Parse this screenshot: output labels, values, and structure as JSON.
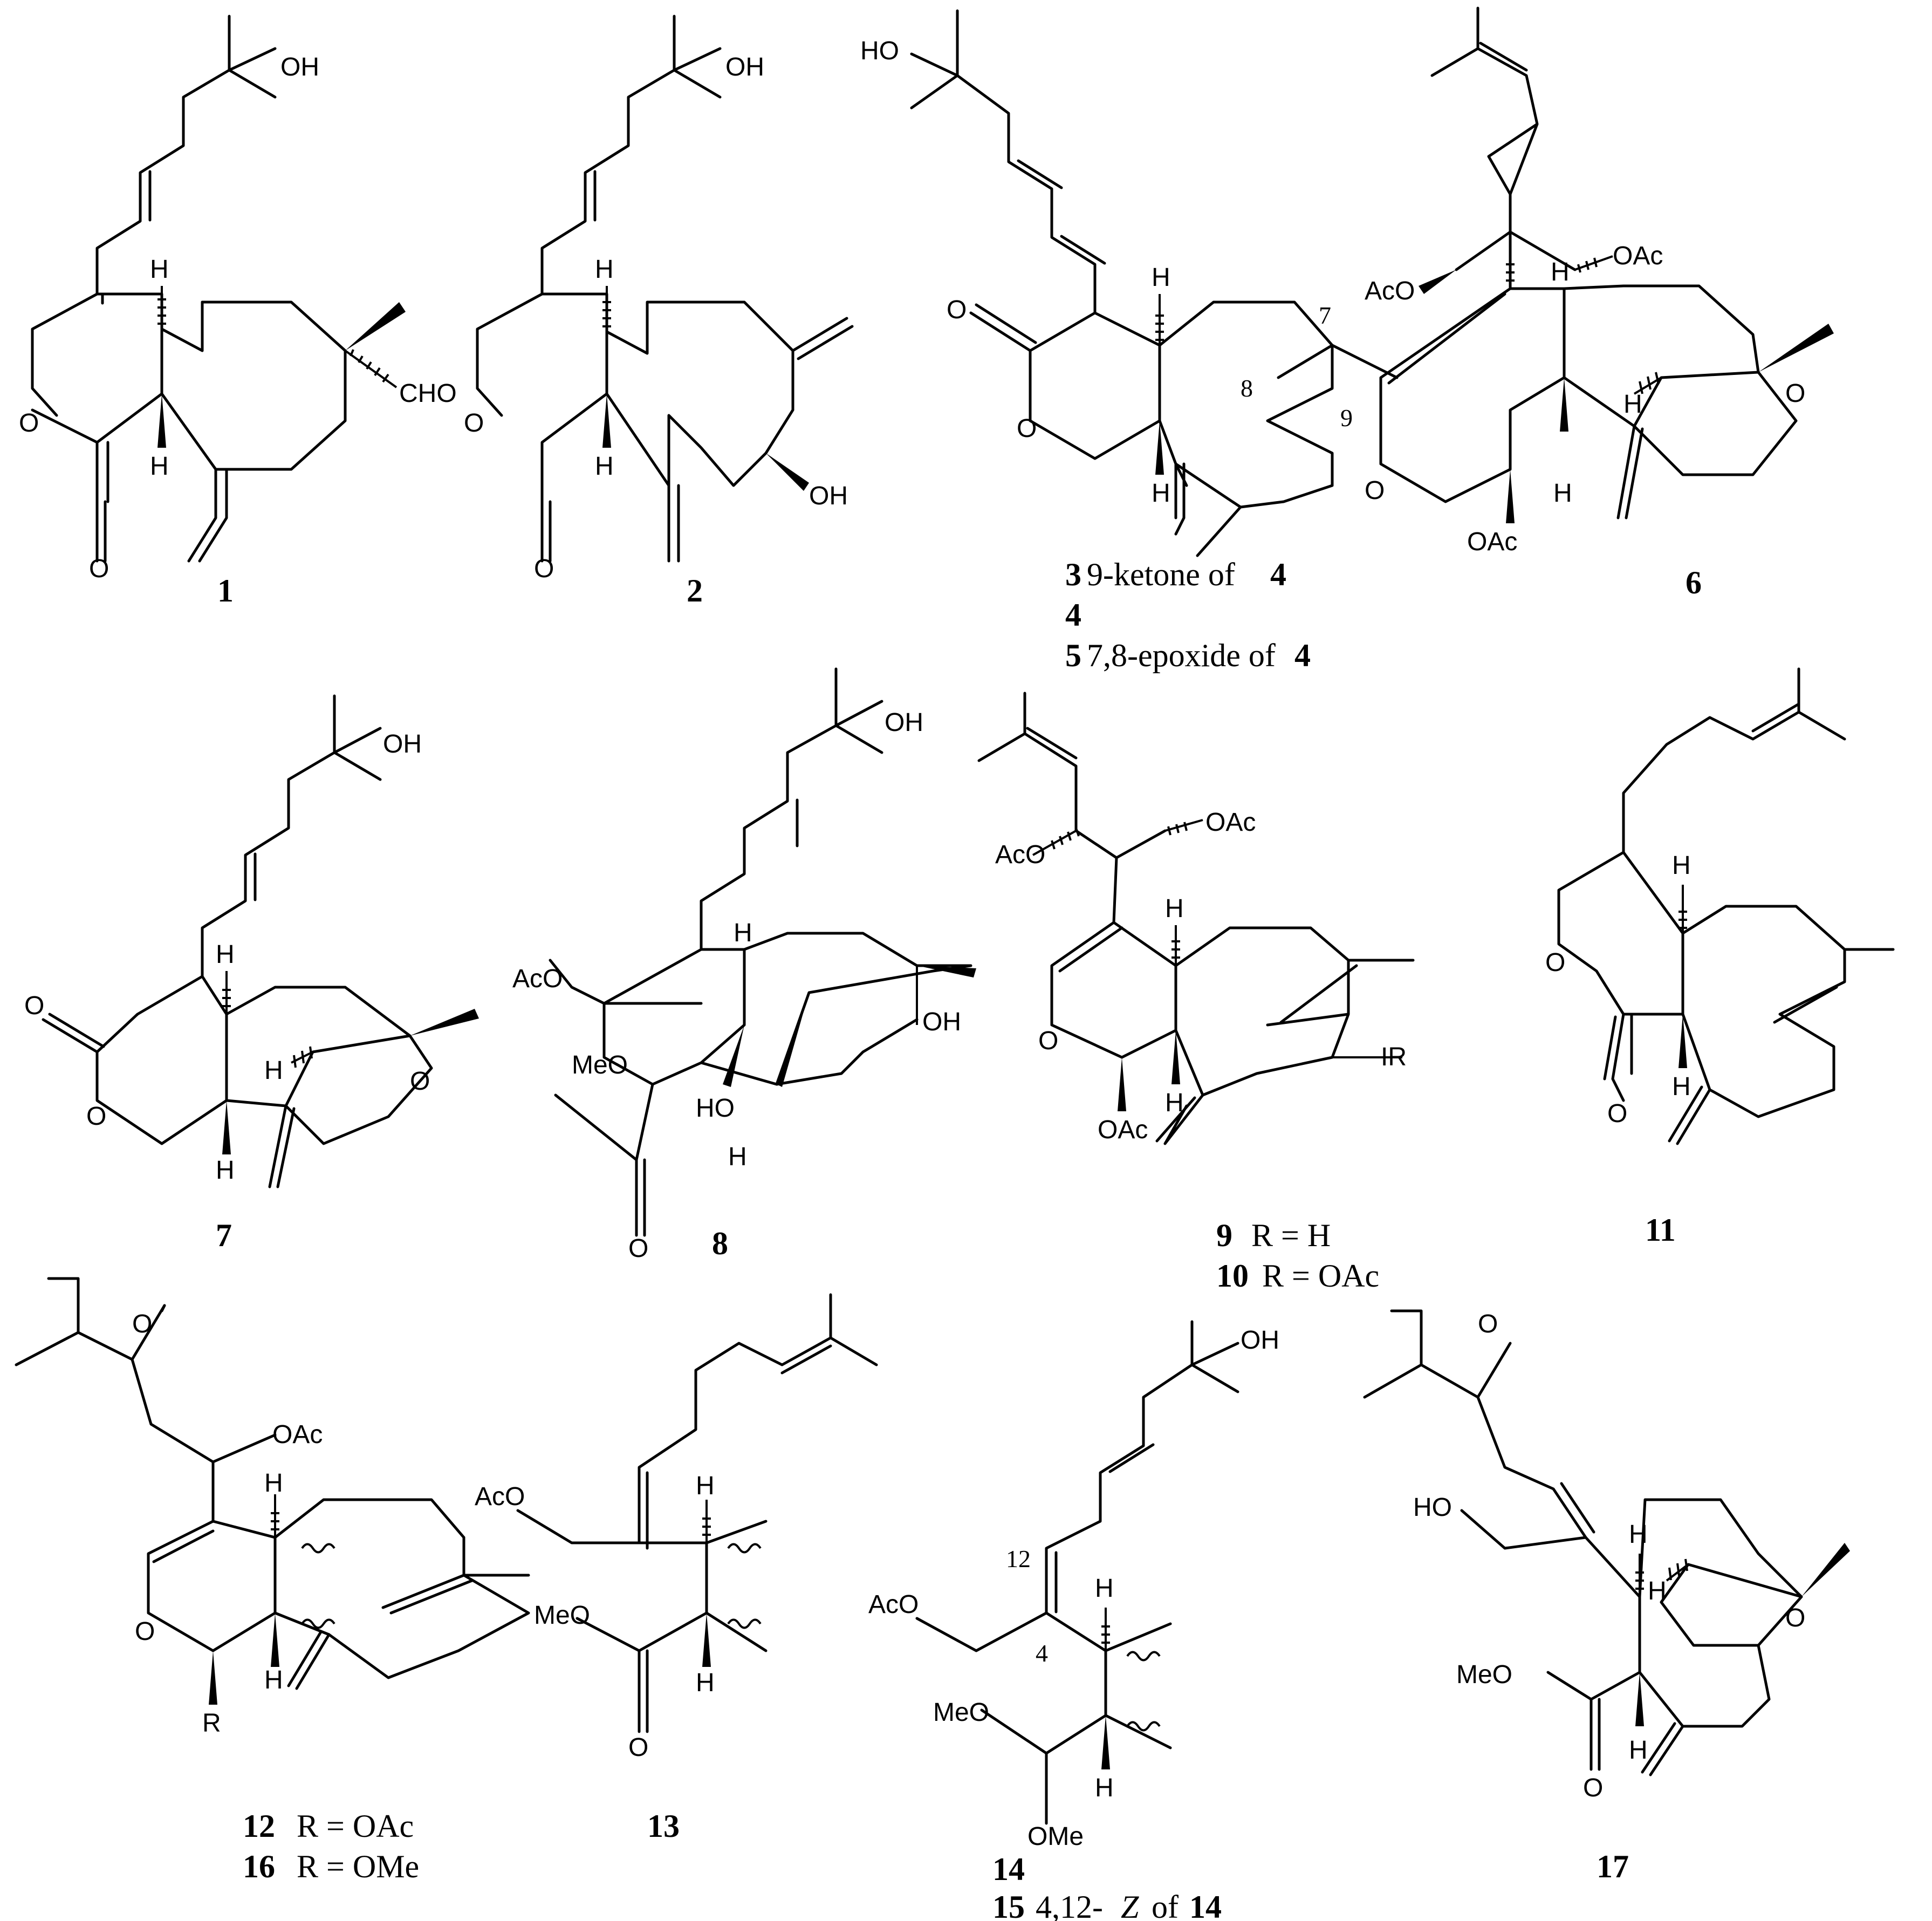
{
  "compounds": {
    "c1": {
      "id": "1"
    },
    "c2": {
      "id": "2"
    },
    "c3": {
      "id": "3",
      "note": "9-ketone of",
      "ref": "4"
    },
    "c4": {
      "id": "4"
    },
    "c5": {
      "id": "5",
      "note": "7,8-epoxide of",
      "ref": "4"
    },
    "c6": {
      "id": "6"
    },
    "c7": {
      "id": "7"
    },
    "c8": {
      "id": "8"
    },
    "c9": {
      "id": "9",
      "note": "R = H"
    },
    "c10": {
      "id": "10",
      "note": "R = OAc"
    },
    "c11": {
      "id": "11"
    },
    "c12": {
      "id": "12",
      "note": "R = OAc"
    },
    "c13": {
      "id": "13"
    },
    "c14": {
      "id": "14"
    },
    "c15": {
      "id": "15",
      "note_pre": "4,12-",
      "note_italic": "Z",
      "note_post": "of",
      "ref": "14"
    },
    "c16": {
      "id": "16",
      "note": "R = OMe"
    },
    "c17": {
      "id": "17"
    }
  },
  "atom_labels": {
    "oh": "OH",
    "ho": "HO",
    "cho": "CHO",
    "o": "O",
    "h": "H",
    "oac": "OAc",
    "aco": "AcO",
    "meo": "MeO",
    "ome": "OMe",
    "r": "R",
    "ir": "IR"
  },
  "position_numbers": {
    "n7": "7",
    "n8": "8",
    "n9": "9",
    "n12": "12",
    "n4": "4"
  }
}
